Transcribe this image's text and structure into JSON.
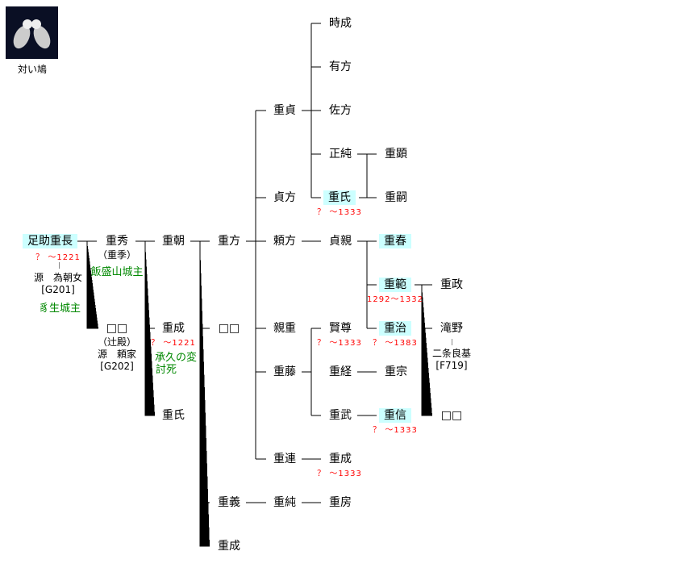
{
  "crest": {
    "caption": "対い鳩"
  },
  "people": {
    "shigenaga": {
      "name": "足助重長",
      "dates": "？ ～1221",
      "spouse": "源　為朝女",
      "spouse_ref": "[G201]",
      "note": "豸生城主"
    },
    "shigehide": {
      "name": "重秀",
      "alias": "（重季）",
      "note": "飯盛山城主"
    },
    "unknown1": {
      "name": "□□",
      "alias": "（辻殿）",
      "spouse": "源　頼家",
      "spouse_ref": "[G202]"
    },
    "shigetomo": {
      "name": "重朝"
    },
    "shigenari1": {
      "name": "重成",
      "dates": "？ ～1221",
      "note1": "承久の変",
      "note2": "討死"
    },
    "shigeuji1": {
      "name": "重氏"
    },
    "shigekata": {
      "name": "重方"
    },
    "unknown2": {
      "name": "□□"
    },
    "shigeyoshi": {
      "name": "重義"
    },
    "shigenari2": {
      "name": "重成"
    },
    "shigesada": {
      "name": "重貞"
    },
    "sadakata": {
      "name": "貞方"
    },
    "yorikata": {
      "name": "頼方"
    },
    "chikashige": {
      "name": "親重"
    },
    "shigefuji": {
      "name": "重藤"
    },
    "shigetsura": {
      "name": "重連"
    },
    "shigezumi": {
      "name": "重純"
    },
    "tokinari": {
      "name": "時成"
    },
    "arikata": {
      "name": "有方"
    },
    "sukekata": {
      "name": "佐方"
    },
    "masazumi": {
      "name": "正純"
    },
    "shigeuji2": {
      "name": "重氏",
      "dates": "？ ～1333"
    },
    "sadachika": {
      "name": "貞親"
    },
    "kenson": {
      "name": "賢尊",
      "dates": "？ ～1333"
    },
    "shigetsune": {
      "name": "重経"
    },
    "shigetake": {
      "name": "重武"
    },
    "shigenari3": {
      "name": "重成",
      "dates": "？ ～1333"
    },
    "shigefusa": {
      "name": "重房"
    },
    "shigeaki": {
      "name": "重顕"
    },
    "shigetsugu": {
      "name": "重嗣"
    },
    "shigeharu": {
      "name": "重春"
    },
    "shigenori": {
      "name": "重範",
      "dates": "1292～1332"
    },
    "shigeharu2": {
      "name": "重治",
      "dates": "？ ～1383"
    },
    "shigemune": {
      "name": "重宗"
    },
    "shigenobu": {
      "name": "重信",
      "dates": "？ ～1333"
    },
    "shigemasa": {
      "name": "重政"
    },
    "takino": {
      "name": "滝野",
      "spouse": "二条良基",
      "spouse_ref": "[F719]"
    },
    "unknown3": {
      "name": "□□"
    }
  }
}
